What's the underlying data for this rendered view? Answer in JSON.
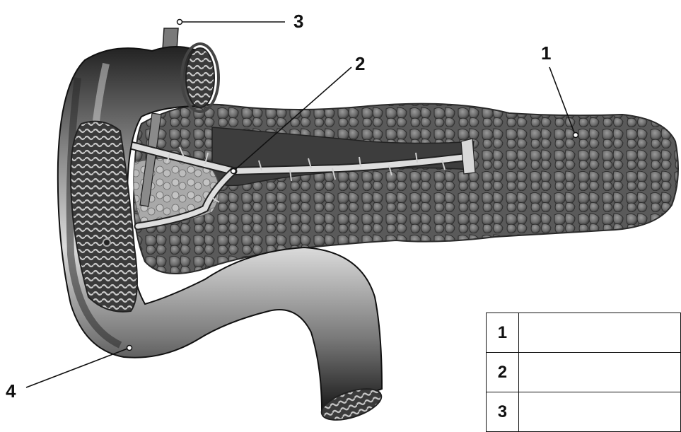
{
  "figure": {
    "colors": {
      "gland": "#6e6e6e",
      "gland_dark": "#3a3a3a",
      "duct": "#d9d9d9",
      "duodenum_light": "#d4d4d4",
      "duodenum_dark": "#2b2b2b",
      "outline": "#111111"
    }
  },
  "labels": [
    {
      "id": "1",
      "text": "1"
    },
    {
      "id": "2",
      "text": "2"
    },
    {
      "id": "3",
      "text": "3"
    },
    {
      "id": "4",
      "text": "4"
    }
  ],
  "answer_table": {
    "rows": [
      {
        "num": "1",
        "answer": ""
      },
      {
        "num": "2",
        "answer": ""
      },
      {
        "num": "3",
        "answer": ""
      }
    ]
  }
}
